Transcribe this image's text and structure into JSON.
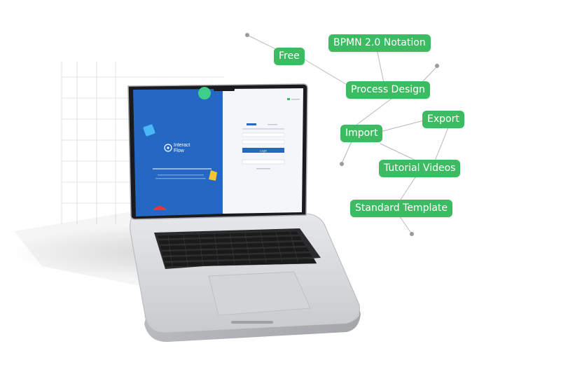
{
  "features": {
    "free": "Free",
    "bpmn": "BPMN 2.0 Notation",
    "process_design": "Process Design",
    "export": "Export",
    "import": "Import",
    "tutorial_videos": "Tutorial Videos",
    "standard_template": "Standard Template"
  },
  "laptop_screen": {
    "brand_line1": "Interact",
    "brand_line2": "Flow",
    "login_button": "Login"
  },
  "colors": {
    "pill_green": "#3dbb63",
    "screen_blue": "#2468c4",
    "laptop_silver": "#d9dadc"
  }
}
